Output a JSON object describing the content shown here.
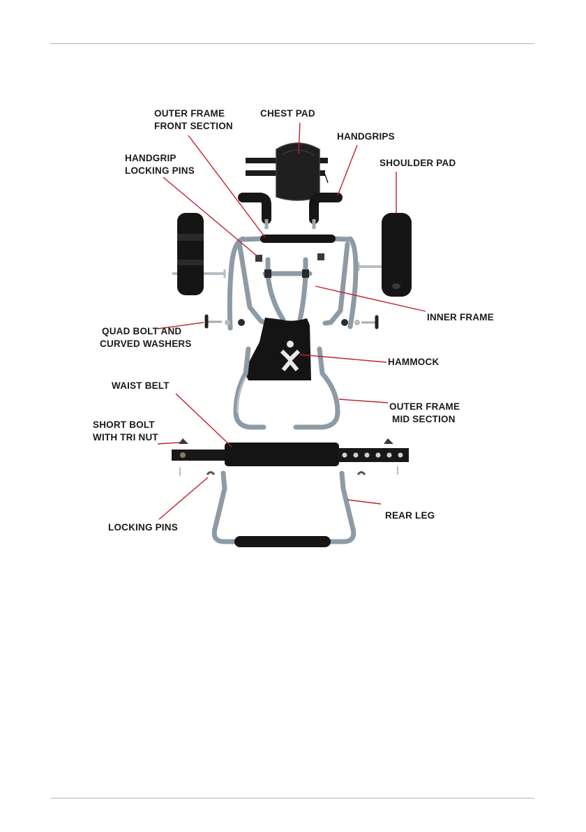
{
  "labels": {
    "outer_frame_front_1": "OUTER FRAME",
    "outer_frame_front_2": "FRONT SECTION",
    "chest_pad": "CHEST PAD",
    "handgrips": "HANDGRIPS",
    "handgrip_locking_pins_1": "HANDGRIP",
    "handgrip_locking_pins_2": "LOCKING PINS",
    "shoulder_pad": "SHOULDER PAD",
    "inner_frame": "INNER FRAME",
    "quad_bolt_1": "QUAD BOLT AND",
    "quad_bolt_2": "CURVED WASHERS",
    "hammock": "HAMMOCK",
    "waist_belt": "WAIST BELT",
    "outer_frame_mid_1": "OUTER FRAME",
    "outer_frame_mid_2": "MID SECTION",
    "short_bolt_1": "SHORT BOLT",
    "short_bolt_2": "WITH  TRI NUT",
    "rear_leg": "REAR LEG",
    "locking_pins": "LOCKING PINS"
  },
  "colors": {
    "leader": "#c0202a",
    "frame": "#8d9ba6",
    "foam": "#151515",
    "rule": "#b5b5b5"
  }
}
